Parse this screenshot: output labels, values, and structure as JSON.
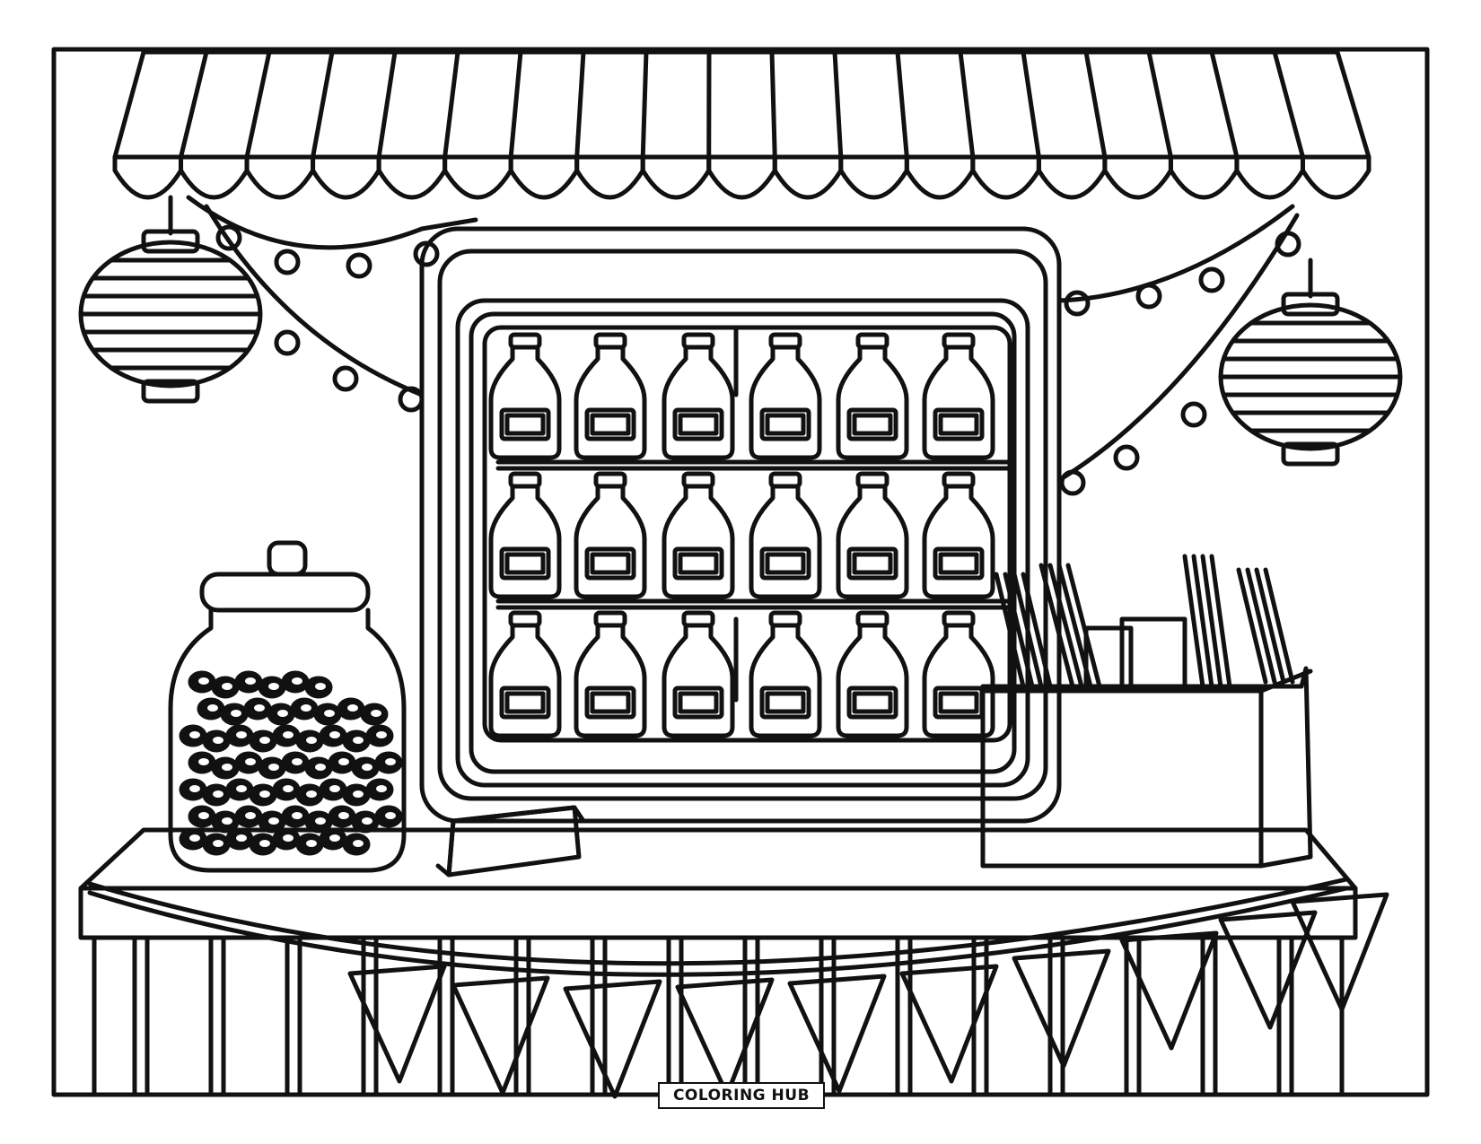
{
  "page": {
    "watermark_text": "COLORING HUB"
  },
  "scene": {
    "subject": "coloring-page",
    "line_color": "#111111",
    "background_color": "#ffffff",
    "cooler_shelves": 3,
    "bottles_per_shelf": 6,
    "awning_stripes": 19,
    "pennant_flags": 10
  }
}
